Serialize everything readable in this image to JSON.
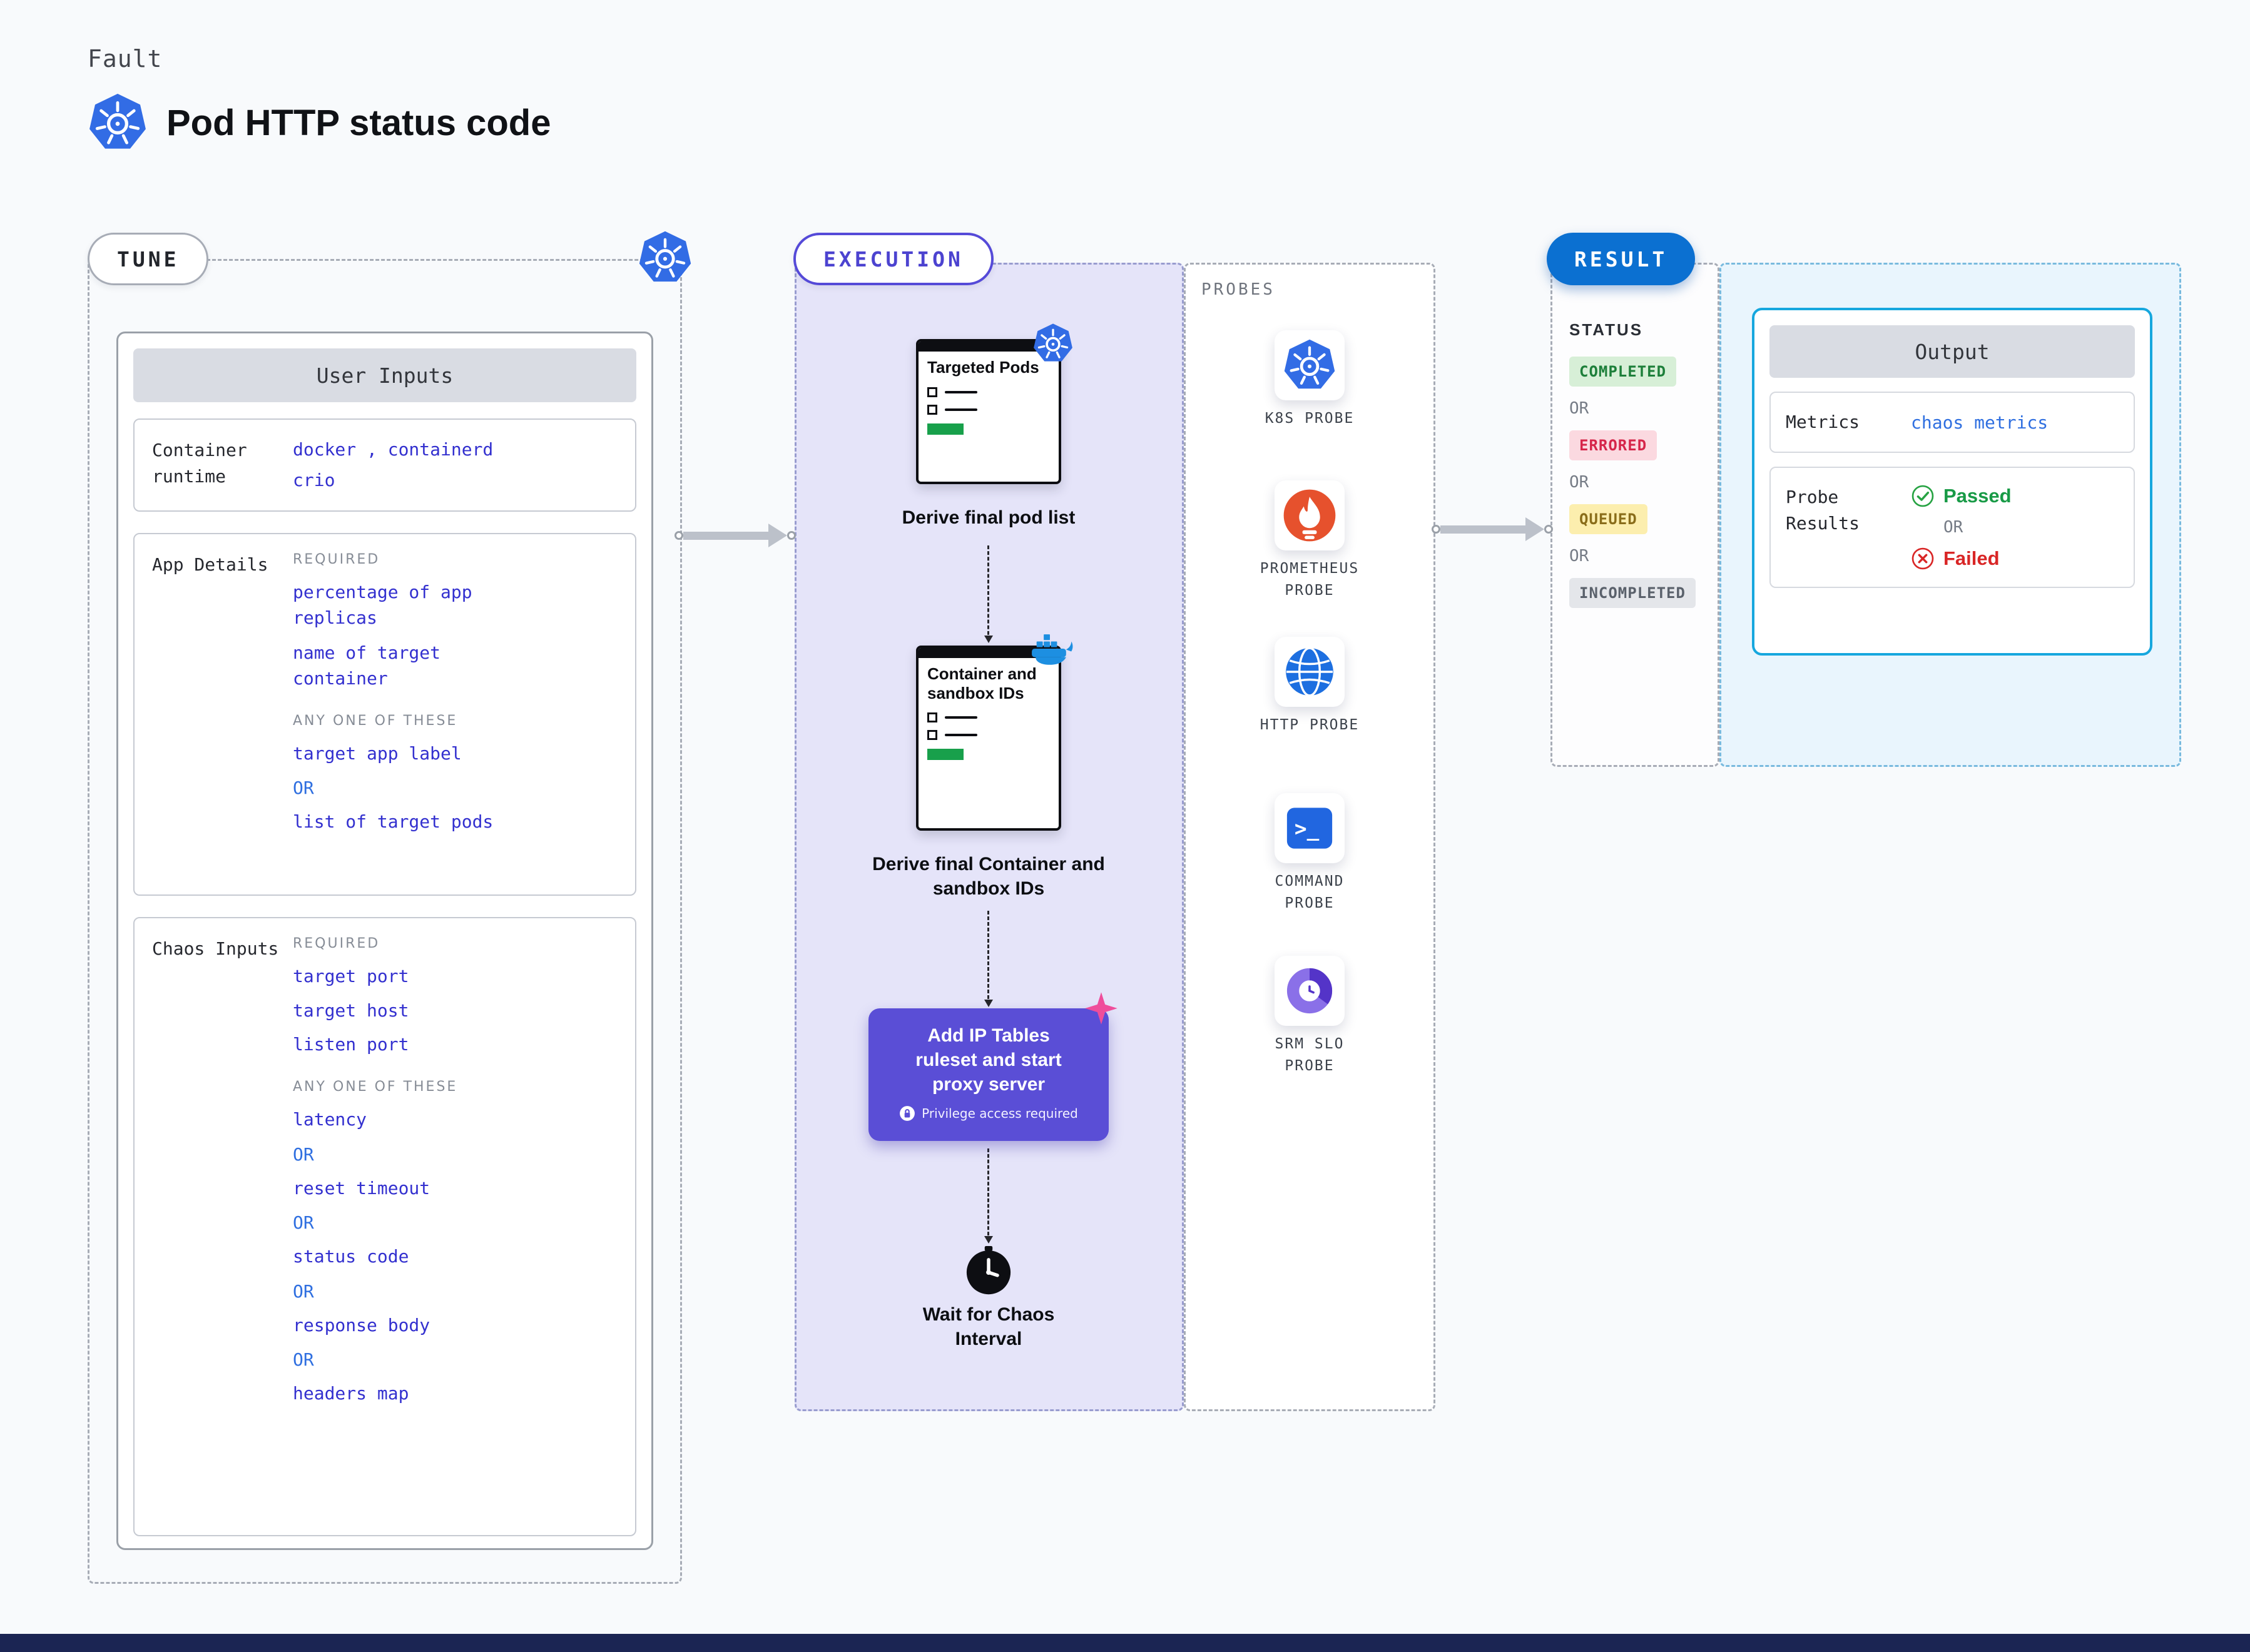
{
  "header": {
    "kicker": "Fault",
    "title": "Pod HTTP status code"
  },
  "tune": {
    "pill": "TUNE",
    "user_inputs_title": "User Inputs",
    "container_runtime_label": "Container runtime",
    "container_runtime_line1": "docker , containerd",
    "container_runtime_line2": "crio",
    "app_details": {
      "label": "App Details",
      "required_label": "REQUIRED",
      "items_required": [
        "percentage of app replicas",
        "name of target container"
      ],
      "any_label": "ANY ONE OF THESE",
      "item_any_1": "target app label",
      "or": "OR",
      "item_any_2": "list of target pods"
    },
    "chaos_inputs": {
      "label": "Chaos Inputs",
      "required_label": "REQUIRED",
      "items_required": [
        "target port",
        "target host",
        "listen port"
      ],
      "any_label": "ANY ONE OF THESE",
      "items_any": [
        "latency",
        "reset timeout",
        "status code",
        "response body",
        "headers map"
      ],
      "or": "OR"
    }
  },
  "execution": {
    "pill": "EXECUTION",
    "doc1": {
      "title": "Targeted Pods",
      "caption": "Derive final pod list"
    },
    "doc2": {
      "title": "Container and sandbox IDs",
      "caption": "Derive final Container and sandbox IDs"
    },
    "action": {
      "text": "Add IP Tables ruleset and start proxy server",
      "badge": "Privilege access required"
    },
    "wait_caption": "Wait for Chaos Interval"
  },
  "probes": {
    "label": "PROBES",
    "items": [
      "K8S PROBE",
      "PROMETHEUS PROBE",
      "HTTP PROBE",
      "COMMAND PROBE",
      "SRM SLO PROBE"
    ]
  },
  "result": {
    "pill": "RESULT",
    "status_label": "STATUS",
    "or": "OR",
    "statuses": [
      "COMPLETED",
      "ERRORED",
      "QUEUED",
      "INCOMPLETED"
    ],
    "output": {
      "title": "Output",
      "metrics_label": "Metrics",
      "metrics_value": "chaos metrics",
      "probe_results_label": "Probe Results",
      "passed": "Passed",
      "failed": "Failed",
      "or": "OR"
    }
  },
  "colors": {
    "kubernetes_blue": "#326ce5",
    "execution_purple": "#5a4ed6",
    "result_blue": "#0b70d1",
    "output_border_cyan": "#16a7de",
    "code_indigo": "#3330cf",
    "or_blue": "#2f6fe0",
    "completed_green": "#1d7f3a",
    "errored_red": "#d6264a",
    "queued_yellow": "#8a6d1a",
    "passed_green": "#189a46",
    "failed_red": "#d92626",
    "prometheus_orange": "#e6512d"
  }
}
